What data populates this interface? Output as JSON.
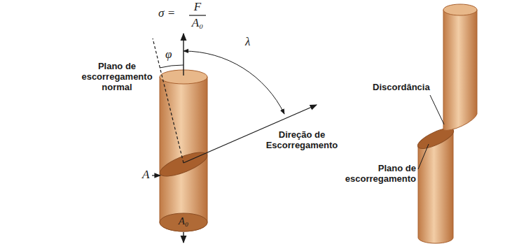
{
  "diagram": {
    "labels": [
      "σ =",
      "F",
      "A₀",
      "φ",
      "λ",
      "Plano de escorregamento normal",
      "Direção de Escorregamento",
      "A",
      "A₀",
      "Discordância",
      "Plano de escorregamento"
    ]
  }
}
